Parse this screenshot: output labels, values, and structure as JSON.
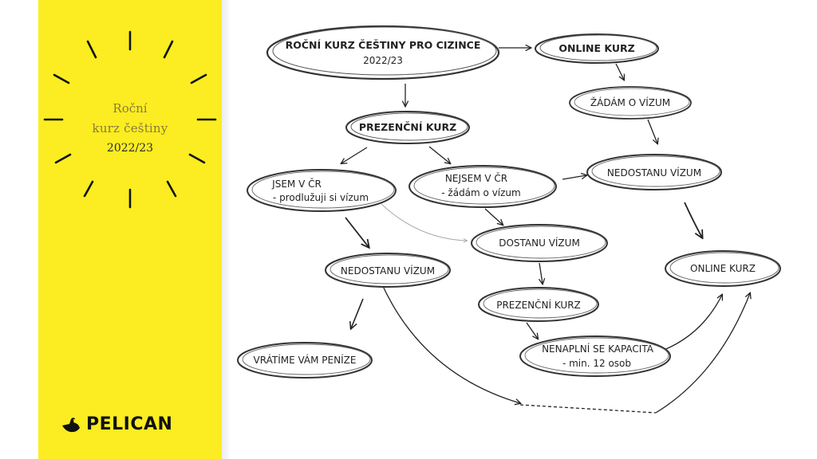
{
  "sidebar": {
    "title_line1": "Roční",
    "title_line2": "kurz češtiny",
    "title_line3": "2022/23",
    "brand": "PELICAN",
    "background": "#fbed21"
  },
  "diagram": {
    "root_line1": "ROČNÍ KURZ ČEŠTINY PRO CIZINCE",
    "root_line2": "2022/23",
    "online_top": "ONLINE KURZ",
    "request_visa": "ŽÁDÁM O VÍZUM",
    "in_person": "PREZENČNÍ KURZ",
    "in_cz_line1": "JSEM V ČR",
    "in_cz_line2": "- prodlužuji si vízum",
    "not_in_cz_line1": "NEJSEM V ČR",
    "not_in_cz_line2": "- žádám o vízum",
    "no_visa_right": "NEDOSTANU VÍZUM",
    "get_visa": "DOSTANU VÍZUM",
    "no_visa_left": "NEDOSTANU VÍZUM",
    "online_right": "ONLINE KURZ",
    "in_person_2": "PREZENČNÍ KURZ",
    "capacity_line1": "NENAPLNÍ SE KAPACITA",
    "capacity_line2": "- min. 12 osob",
    "refund": "VRÁTÍME VÁM PENÍZE"
  }
}
